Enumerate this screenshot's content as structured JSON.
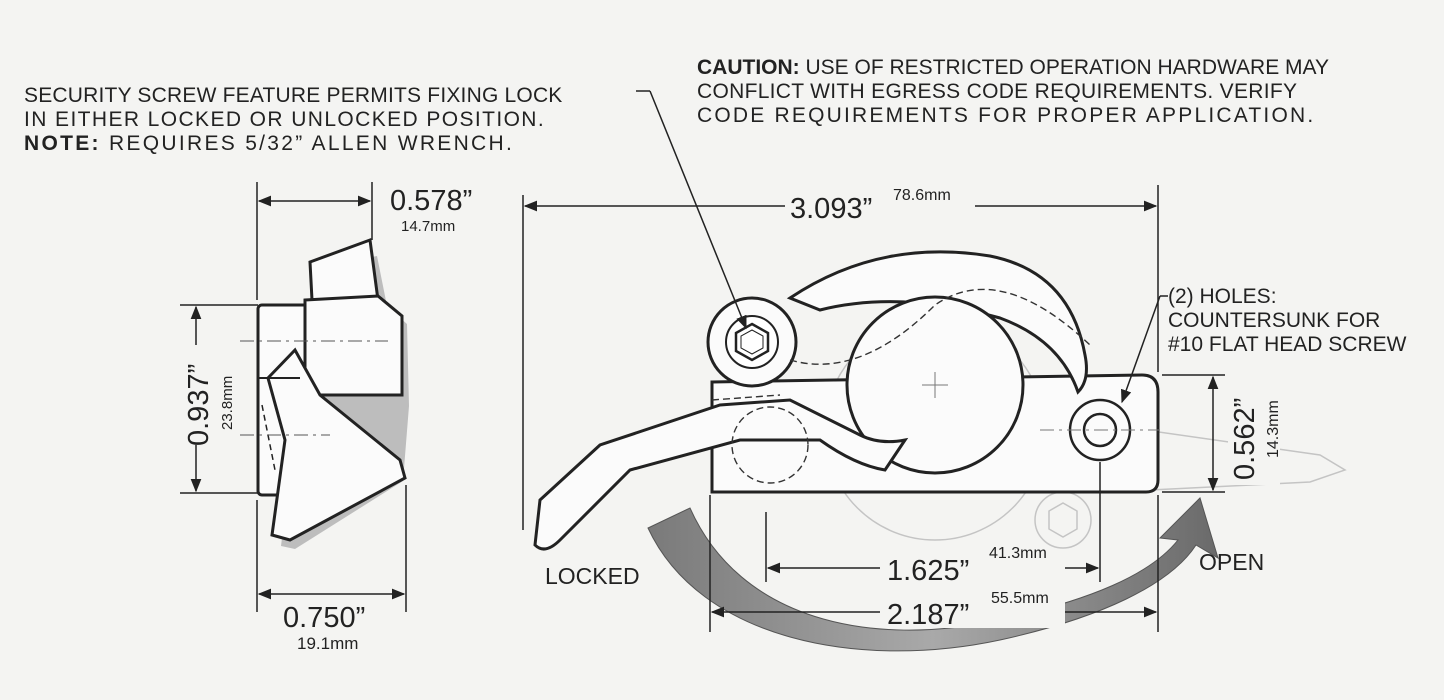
{
  "security_note": {
    "line1": "SECURITY SCREW FEATURE PERMITS FIXING LOCK",
    "line2": "IN EITHER LOCKED OR UNLOCKED POSITION.",
    "note_label": "NOTE:",
    "note_text": "REQUIRES 5/32” ALLEN WRENCH."
  },
  "caution": {
    "label": "CAUTION:",
    "line1": "USE OF RESTRICTED OPERATION HARDWARE MAY",
    "line2": "CONFLICT WITH EGRESS CODE REQUIREMENTS.  VERIFY",
    "line3": "CODE REQUIREMENTS FOR PROPER APPLICATION."
  },
  "holes_note": {
    "line1": "(2) HOLES:",
    "line2": "COUNTERSUNK FOR",
    "line3": "#10 FLAT HEAD SCREW"
  },
  "states": {
    "locked": "LOCKED",
    "open": "OPEN"
  },
  "dimensions": {
    "side_top": {
      "inch": "0.578”",
      "mm": "14.7mm"
    },
    "side_height": {
      "inch": "0.937”",
      "mm": "23.8mm"
    },
    "side_base": {
      "inch": "0.750”",
      "mm": "19.1mm"
    },
    "overall_length": {
      "inch": "3.093”",
      "mm": "78.6mm"
    },
    "base_height": {
      "inch": "0.562”",
      "mm": "14.3mm"
    },
    "hole_spacing": {
      "inch": "1.625”",
      "mm": "41.3mm"
    },
    "base_length": {
      "inch": "2.187”",
      "mm": "55.5mm"
    }
  }
}
